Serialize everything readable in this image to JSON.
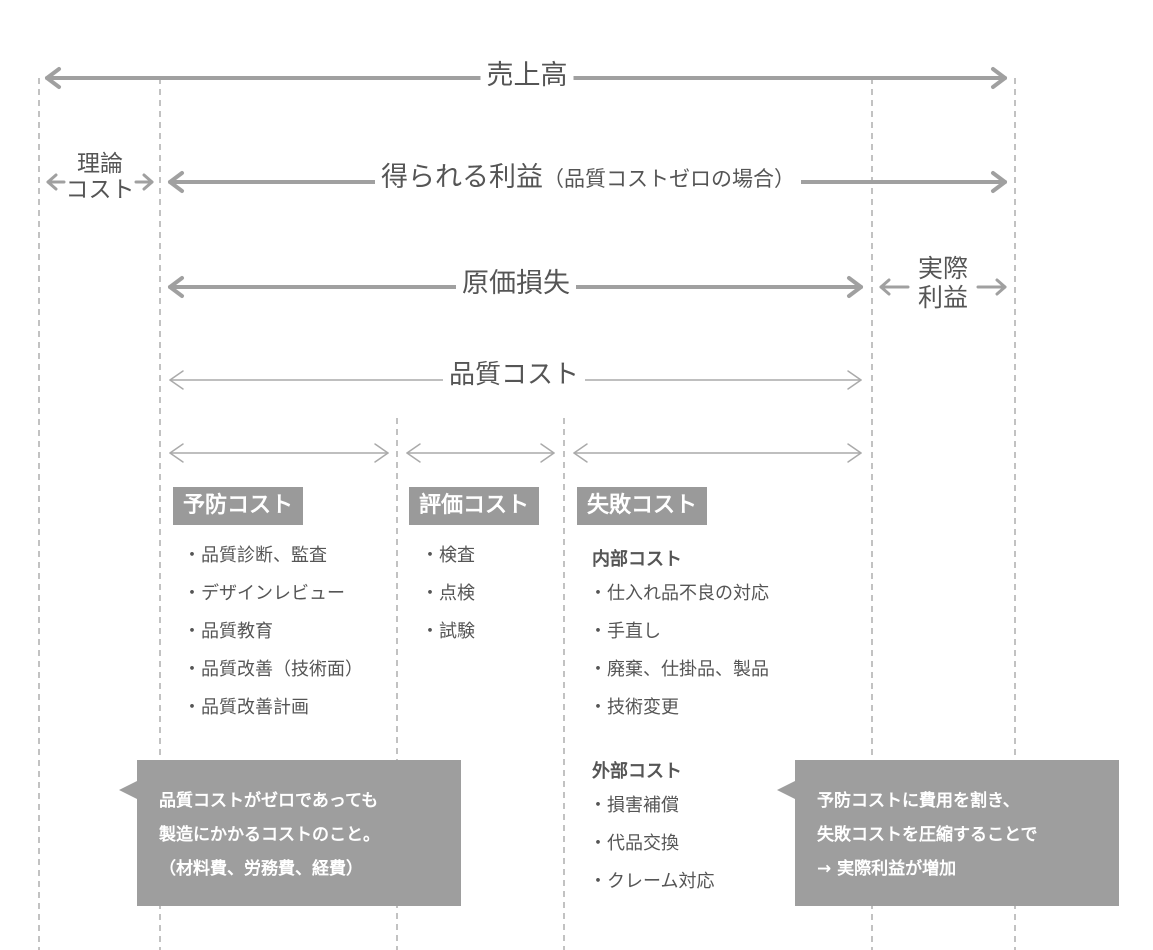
{
  "arrows": {
    "sales": "売上高",
    "profit_main": "得られる利益",
    "profit_sub": "（品質コストゼロの場合）",
    "theoretical_cost": [
      "理論",
      "コスト"
    ],
    "cost_loss": "原価損失",
    "actual_profit": [
      "実際",
      "利益"
    ],
    "quality_cost": "品質コスト"
  },
  "categories": {
    "prevention": {
      "title": "予防コスト",
      "items": [
        "品質診断、監査",
        "デザインレビュー",
        "品質教育",
        "品質改善（技術面）",
        "品質改善計画"
      ]
    },
    "appraisal": {
      "title": "評価コスト",
      "items": [
        "検査",
        "点検",
        "試験"
      ]
    },
    "failure": {
      "title": "失敗コスト",
      "internal_heading": "内部コスト",
      "internal_items": [
        "仕入れ品不良の対応",
        "手直し",
        "廃棄、仕掛品、製品",
        "技術変更"
      ],
      "external_heading": "外部コスト",
      "external_items": [
        "損害補償",
        "代品交換",
        "クレーム対応"
      ]
    }
  },
  "notes": {
    "left": [
      "品質コストがゼロであっても",
      "製造にかかるコストのこと。",
      "（材料費、労務費、経費）"
    ],
    "right": [
      "予防コストに費用を割き、",
      "失敗コストを圧縮することで",
      "→ 実際利益が増加"
    ]
  },
  "colors": {
    "dashed_line": "#999999",
    "thick_arrow": "#a0a0a0",
    "thin_arrow": "#aaaaaa",
    "tag_bg": "#9a9a9a",
    "note_bg": "#9e9e9e"
  }
}
